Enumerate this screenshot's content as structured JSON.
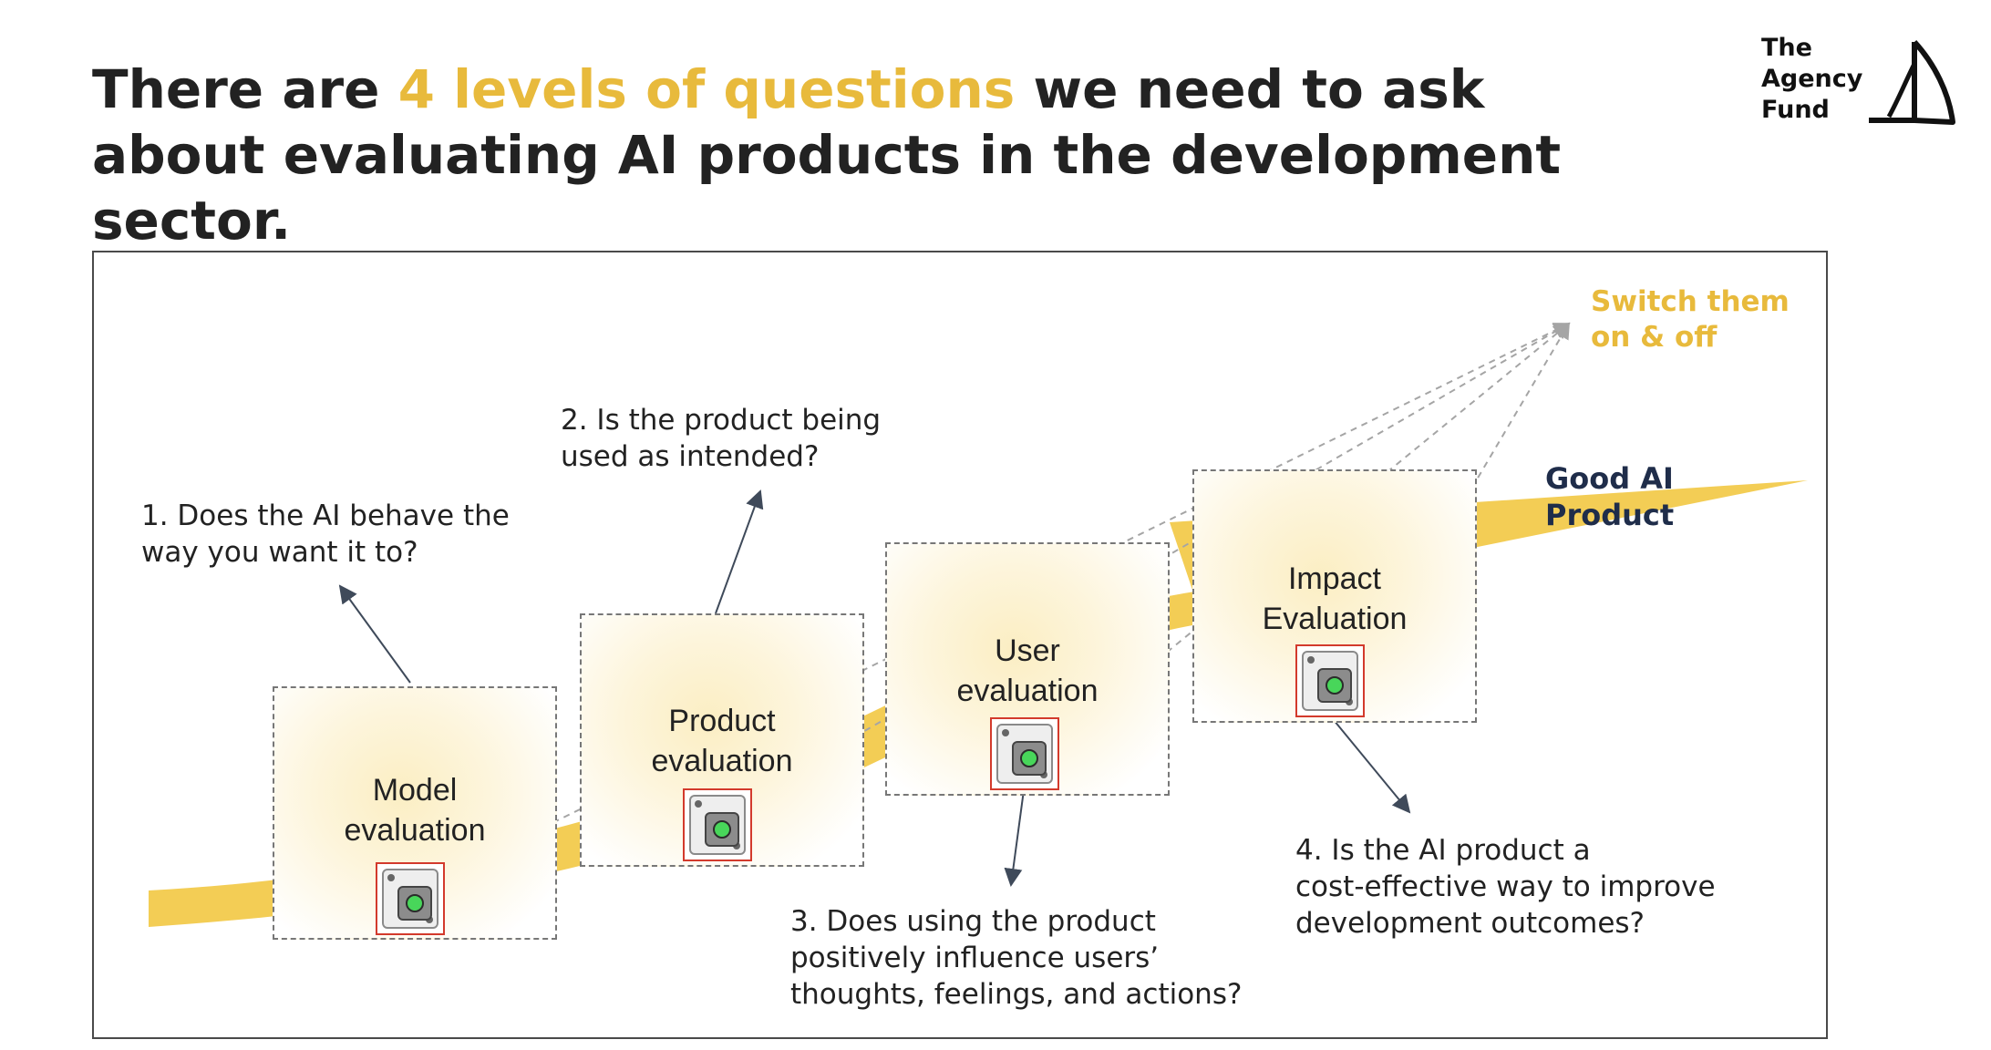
{
  "title": {
    "before": "There are ",
    "highlight": "4 levels of questions",
    "after": " we need to ask about evaluating AI products in the development sector."
  },
  "logo": {
    "line1": "The",
    "line2": "Agency",
    "line3": "Fund"
  },
  "colors": {
    "accent": "#e8ba3c",
    "goal_text": "#1f2d4a",
    "switch_led": "#48d65a",
    "switch_frame": "#d33a2c"
  },
  "stages": [
    {
      "label": "Model\nevaluation",
      "switch_icon": "toggle-switch-icon"
    },
    {
      "label": "Product\nevaluation",
      "switch_icon": "toggle-switch-icon"
    },
    {
      "label": "User\nevaluation",
      "switch_icon": "toggle-switch-icon"
    },
    {
      "label": "Impact\nEvaluation",
      "switch_icon": "toggle-switch-icon"
    }
  ],
  "questions": [
    "1. Does the AI behave the\nway you want it to?",
    "2. Is the product being\nused as intended?",
    "3. Does using the product\npositively influence users’\nthoughts, feelings, and actions?",
    "4. Is the AI product a\ncost-effective way to improve\ndevelopment outcomes?"
  ],
  "switch_note": "Switch them\non & off",
  "goal": "Good AI\nProduct"
}
